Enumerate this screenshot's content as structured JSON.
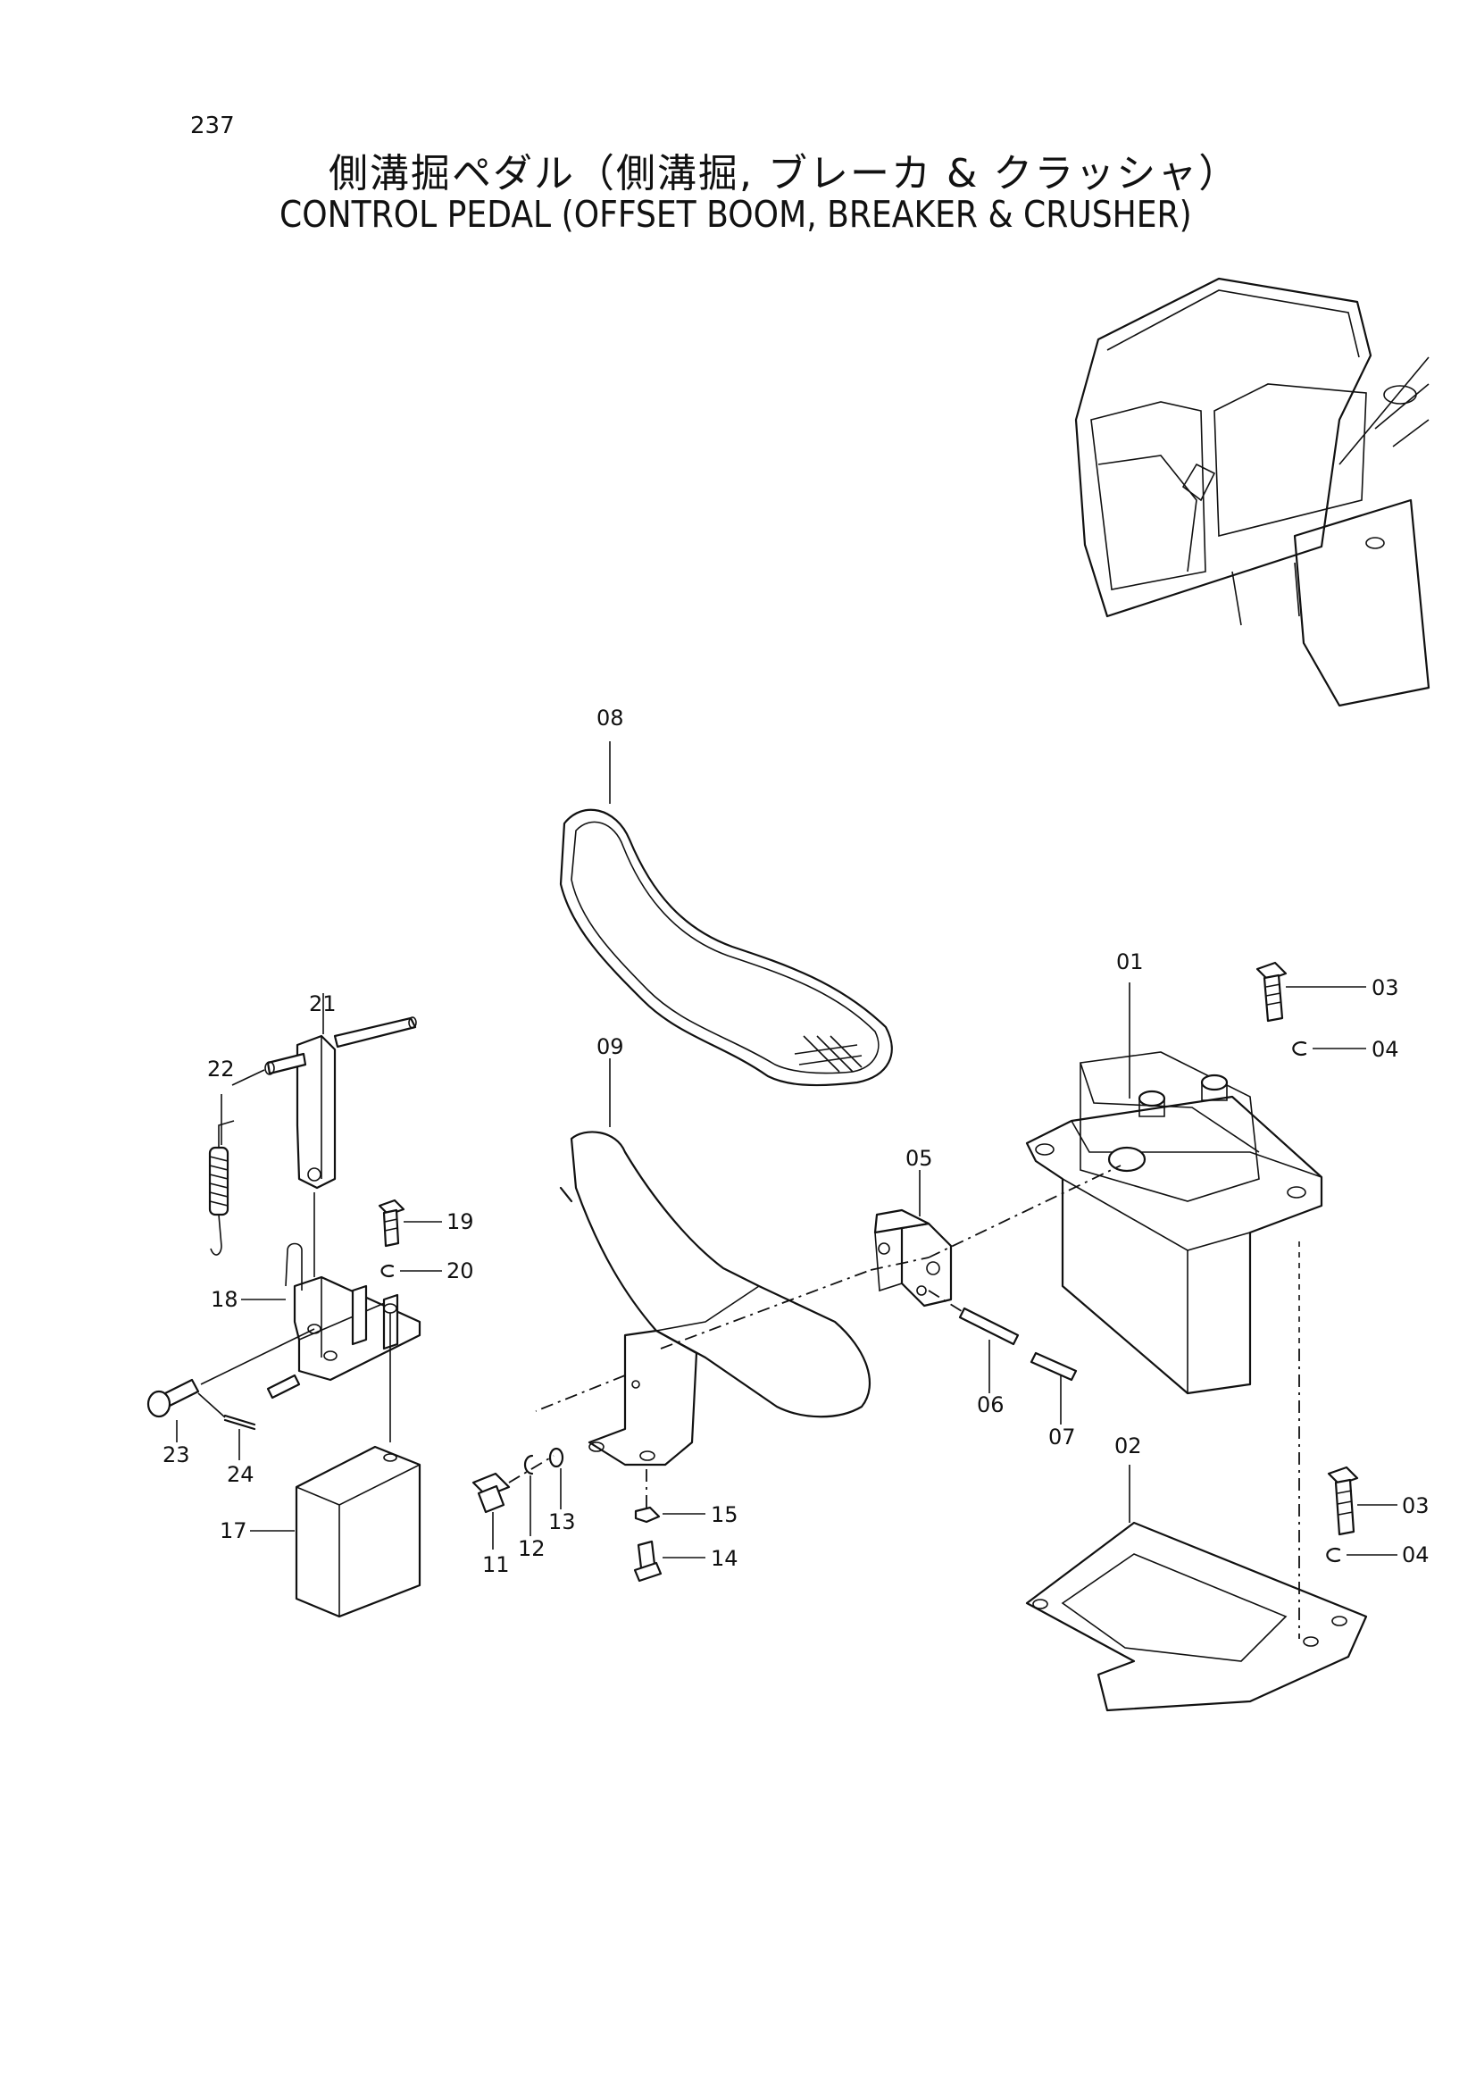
{
  "page_number": "237",
  "title_jp": "側溝掘ペダル（側溝掘, ブレーカ & クラッシャ）",
  "title_en": "CONTROL PEDAL (OFFSET BOOM, BREAKER & CRUSHER)",
  "callouts": {
    "p01": "01",
    "p02": "02",
    "p03a": "03",
    "p03b": "03",
    "p04a": "04",
    "p04b": "04",
    "p05": "05",
    "p06": "06",
    "p07": "07",
    "p08": "08",
    "p09": "09",
    "p11": "11",
    "p12": "12",
    "p13": "13",
    "p14": "14",
    "p15": "15",
    "p17": "17",
    "p18": "18",
    "p19": "19",
    "p20": "20",
    "p21": "21",
    "p22": "22",
    "p23": "23",
    "p24": "24"
  }
}
